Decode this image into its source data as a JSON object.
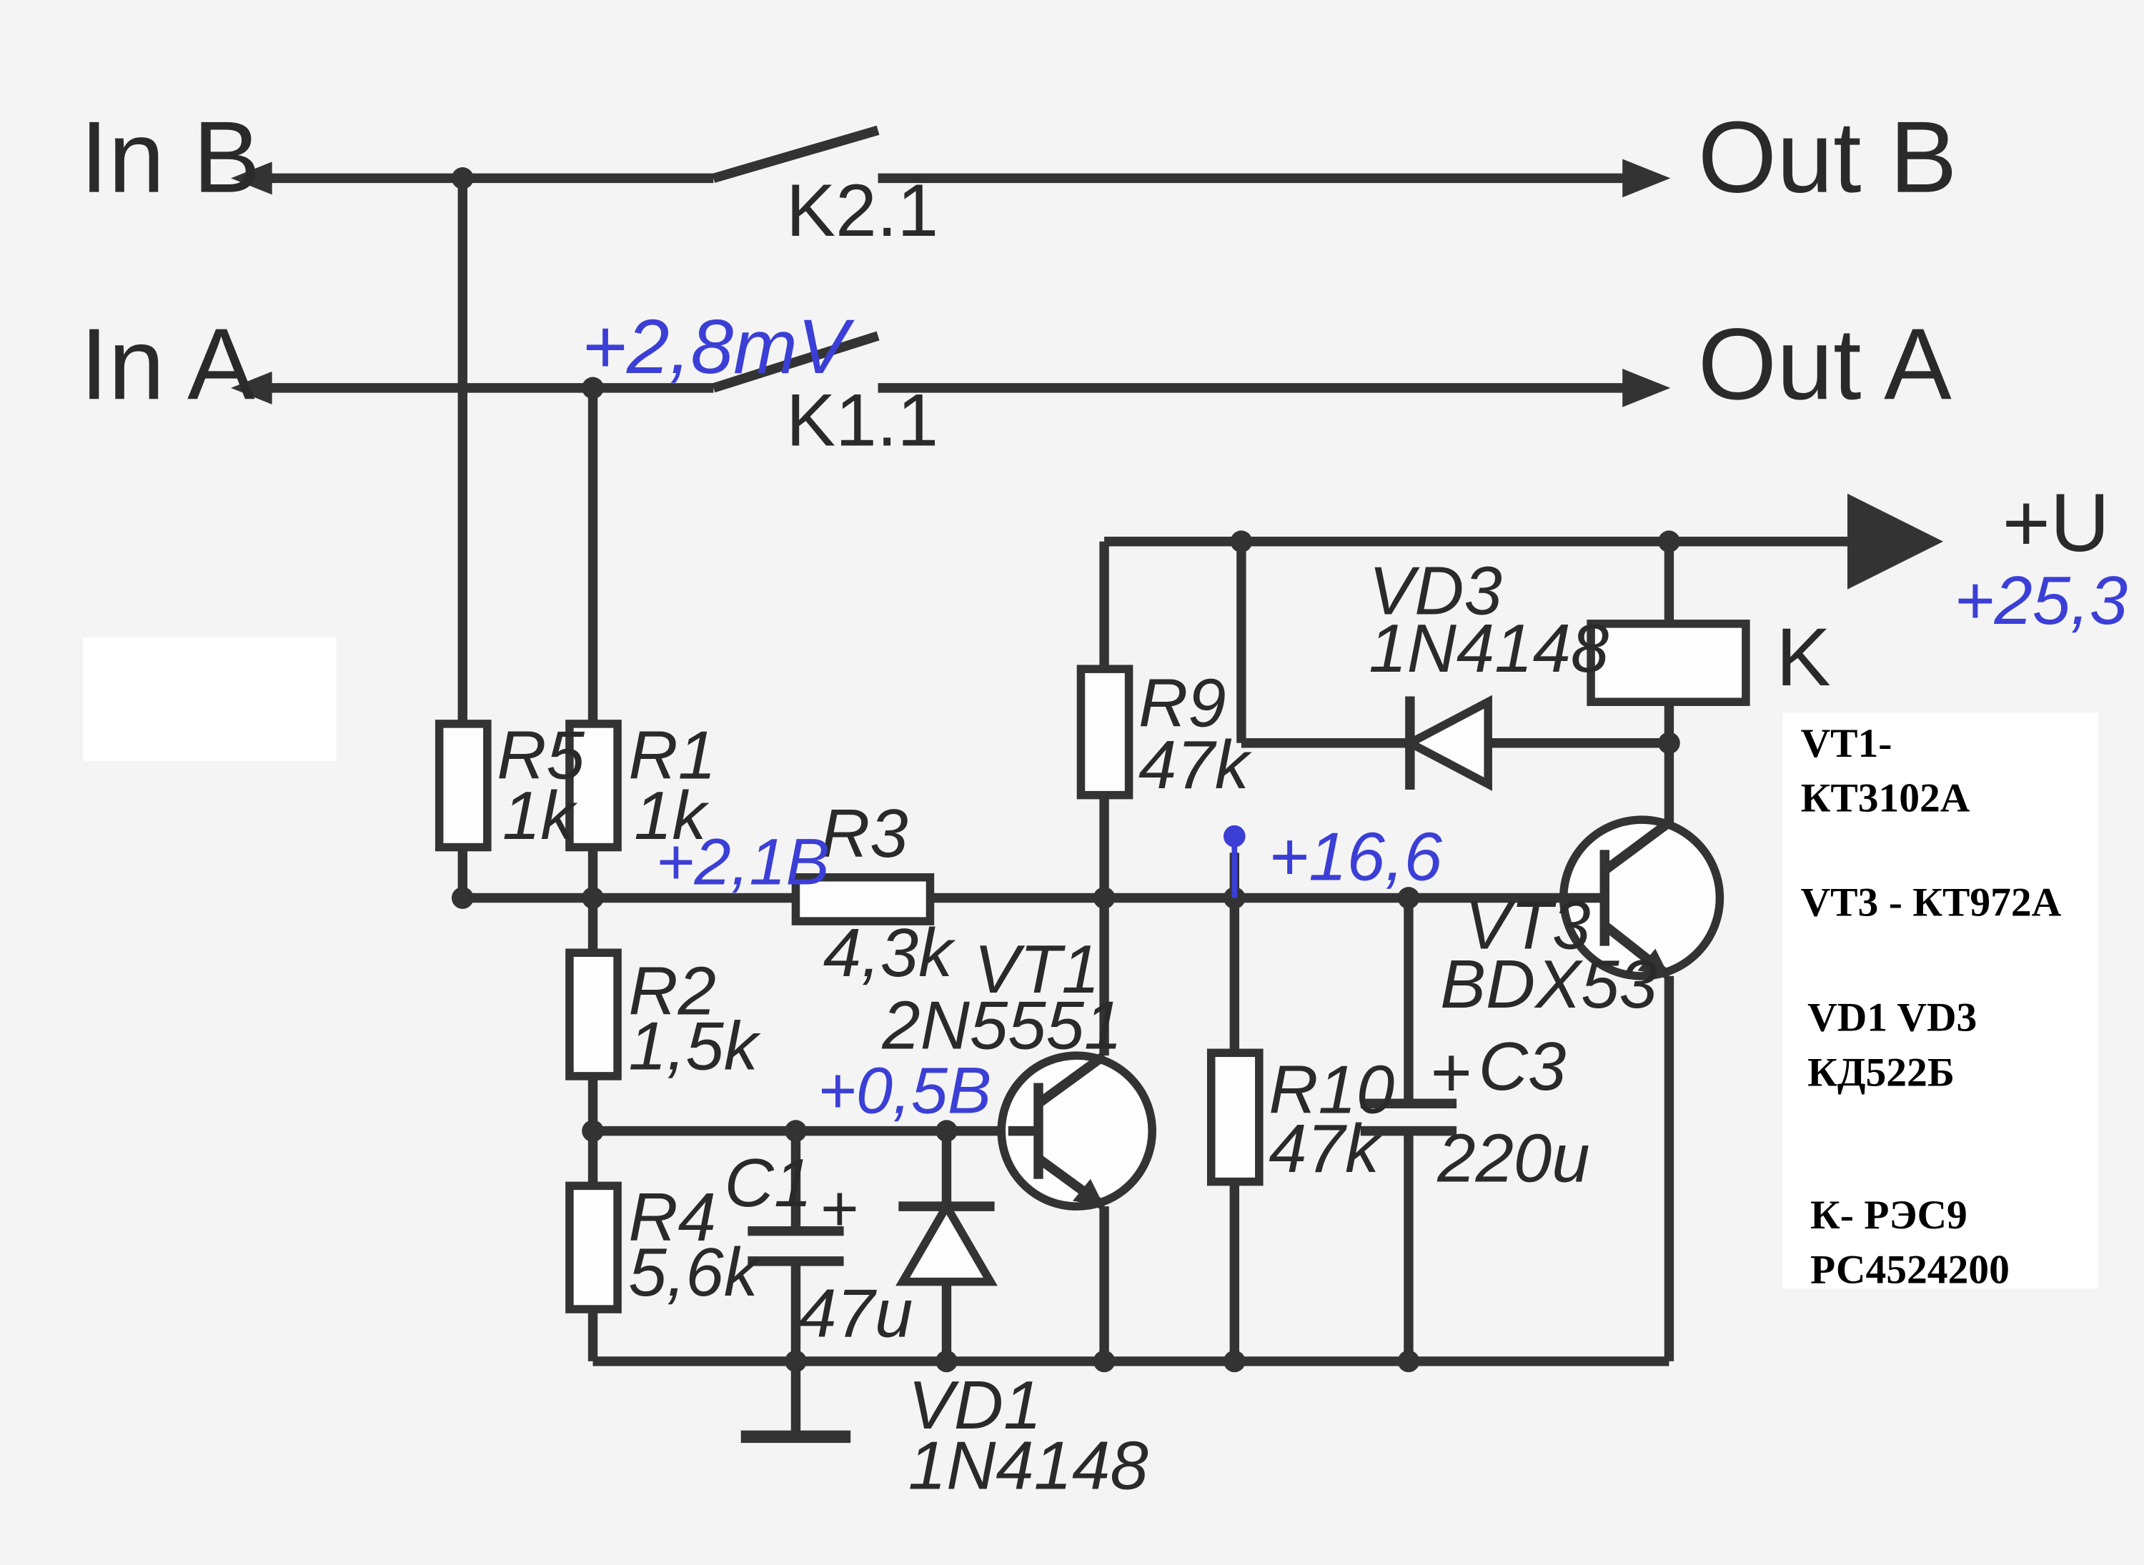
{
  "ports": {
    "in_b": "In B",
    "in_a": "In A",
    "out_b": "Out B",
    "out_a": "Out A",
    "supply": "+U"
  },
  "contacts": {
    "k2": "K2.1",
    "k1": "K1.1"
  },
  "resistors": [
    {
      "ref": "R5",
      "value": "1k"
    },
    {
      "ref": "R1",
      "value": "1k"
    },
    {
      "ref": "R2",
      "value": "1,5k"
    },
    {
      "ref": "R4",
      "value": "5,6k"
    },
    {
      "ref": "R3",
      "value": "4,3k"
    },
    {
      "ref": "R9",
      "value": "47k"
    },
    {
      "ref": "R10",
      "value": "47k"
    }
  ],
  "capacitors": [
    {
      "ref": "C1",
      "value": "47u",
      "polarity": "+"
    },
    {
      "ref": "C3",
      "value": "220u",
      "polarity": "+"
    }
  ],
  "diodes": [
    {
      "ref": "VD1",
      "part": "1N4148"
    },
    {
      "ref": "VD3",
      "part": "1N4148"
    }
  ],
  "transistors": [
    {
      "ref": "VT1",
      "part": "2N5551"
    },
    {
      "ref": "VT3",
      "part": "BDX53"
    }
  ],
  "relay": {
    "label": "K"
  },
  "handwritten": {
    "in_a_voltage": "+2,8mV",
    "r3_node_voltage": "+2,1B",
    "vt1_base_voltage": "+0,5B",
    "vt3_base_voltage": "+16,6",
    "supply_voltage": "+25,3"
  },
  "notes": {
    "vt1_line1": "VT1-",
    "vt1_line2": "КТ3102А",
    "vt3": "VT3 - КТ972А",
    "vd_line1": "VD1 VD3",
    "vd_line2": "КД522Б",
    "k_line1": "К-  РЭС9",
    "k_line2": "РС4524200"
  },
  "colors": {
    "ink": "#333333",
    "pen": "#3b3fd6",
    "paper": "#f4f4f4"
  }
}
